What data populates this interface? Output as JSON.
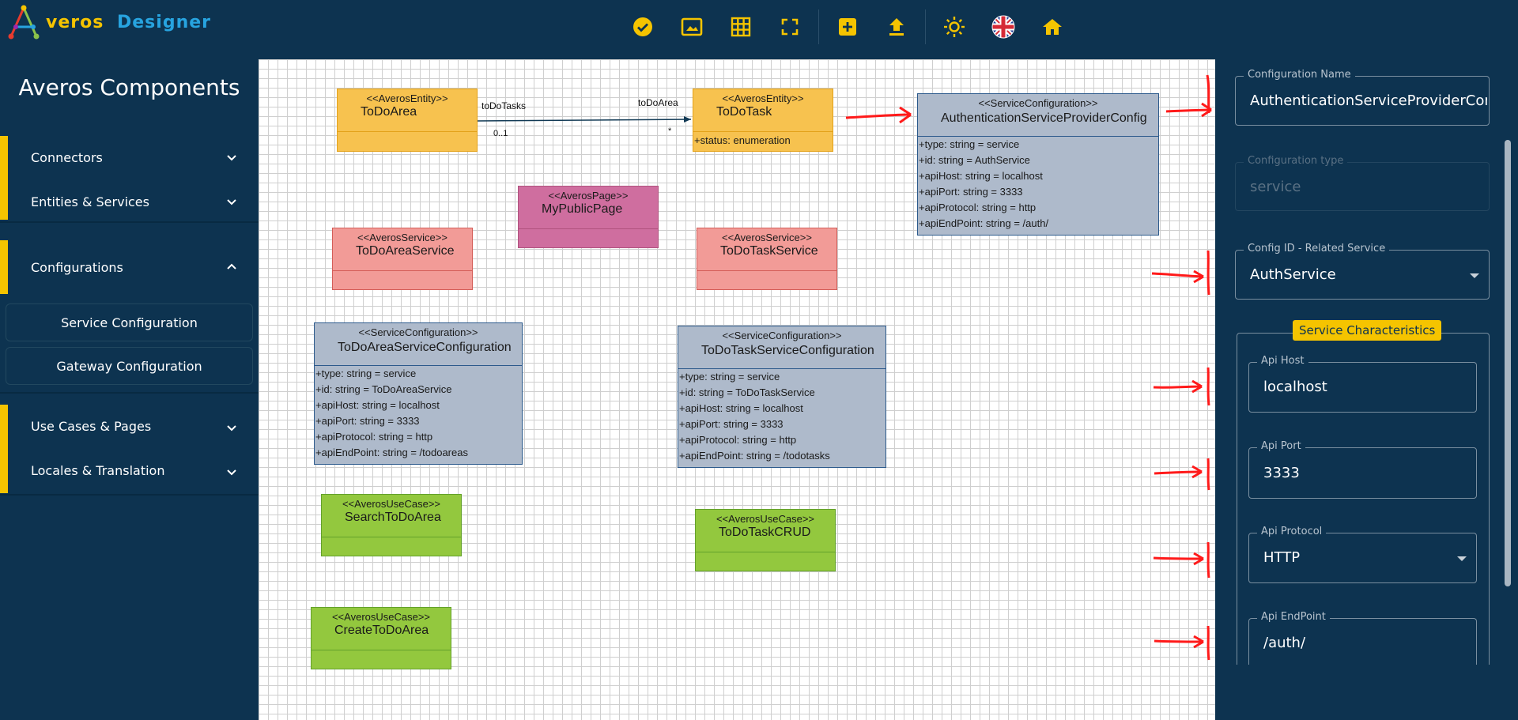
{
  "app": {
    "logo_letter": "A",
    "name_part1": "veros",
    "name_part2": "Designer"
  },
  "toolbar": {
    "buttons": [
      {
        "icon": "check-circle-icon"
      },
      {
        "icon": "image-panel-icon"
      },
      {
        "icon": "grid-icon"
      },
      {
        "icon": "fullscreen-icon"
      },
      {
        "icon": "add-box-icon"
      },
      {
        "icon": "upload-icon"
      },
      {
        "icon": "sun-icon"
      },
      {
        "icon": "uk-flag-icon"
      },
      {
        "icon": "home-icon"
      }
    ]
  },
  "sidebar": {
    "title": "Averos Components",
    "sections": [
      {
        "label": "Connectors",
        "expanded": false
      },
      {
        "label": "Entities & Services",
        "expanded": false
      },
      {
        "label": "Configurations",
        "expanded": true
      },
      {
        "label": "Use Cases & Pages",
        "expanded": false
      },
      {
        "label": "Locales & Translation",
        "expanded": false
      }
    ],
    "config_items": [
      "Service Configuration",
      "Gateway Configuration"
    ]
  },
  "diagram": {
    "todoarea": {
      "stereotype": "<<AverosEntity>>",
      "name": "ToDoArea"
    },
    "todotask": {
      "stereotype": "<<AverosEntity>>",
      "name": "ToDoTask",
      "attrs": [
        "+status: enumeration"
      ]
    },
    "assoc": {
      "left_role": "toDoTasks",
      "right_role": "toDoArea",
      "left_mult": "0..1",
      "right_mult": "*"
    },
    "authcfg": {
      "stereotype": "<<ServiceConfiguration>>",
      "name": "AuthenticationServiceProviderConfig",
      "attrs": [
        "+type: string = service",
        "+id: string = AuthService",
        "+apiHost: string = localhost",
        "+apiPort: string = 3333",
        "+apiProtocol: string = http",
        "+apiEndPoint: string = /auth/"
      ]
    },
    "mypublicpage": {
      "stereotype": "<<AverosPage>>",
      "name": "MyPublicPage"
    },
    "todoareaservice": {
      "stereotype": "<<AverosService>>",
      "name": "ToDoAreaService"
    },
    "todotaskservice": {
      "stereotype": "<<AverosService>>",
      "name": "ToDoTaskService"
    },
    "todoareacfg": {
      "stereotype": "<<ServiceConfiguration>>",
      "name": "ToDoAreaServiceConfiguration",
      "attrs": [
        "+type: string = service",
        "+id: string = ToDoAreaService",
        "+apiHost: string = localhost",
        "+apiPort: string = 3333",
        "+apiProtocol: string = http",
        "+apiEndPoint: string = /todoareas"
      ]
    },
    "todotaskcfg": {
      "stereotype": "<<ServiceConfiguration>>",
      "name": "ToDoTaskServiceConfiguration",
      "attrs": [
        "+type: string = service",
        "+id: string = ToDoTaskService",
        "+apiHost: string = localhost",
        "+apiPort: string = 3333",
        "+apiProtocol: string = http",
        "+apiEndPoint: string = /todotasks"
      ]
    },
    "searchuc": {
      "stereotype": "<<AverosUseCase>>",
      "name": "SearchToDoArea"
    },
    "crudu": {
      "stereotype": "<<AverosUseCase>>",
      "name": "ToDoTaskCRUD"
    },
    "createuc": {
      "stereotype": "<<AverosUseCase>>",
      "name": "CreateToDoArea"
    }
  },
  "panel": {
    "config_name": {
      "label": "Configuration Name",
      "value": "AuthenticationServiceProviderCon"
    },
    "config_type": {
      "label": "Configuration type",
      "value": "service"
    },
    "config_id": {
      "label": "Config ID - Related Service",
      "value": "AuthService"
    },
    "characteristics_title": "Service Characteristics",
    "api_host": {
      "label": "Api Host",
      "value": "localhost"
    },
    "api_port": {
      "label": "Api Port",
      "value": "3333"
    },
    "api_protocol": {
      "label": "Api Protocol",
      "value": "HTTP"
    },
    "api_endpoint": {
      "label": "Api EndPoint",
      "value": "/auth/"
    }
  },
  "colors": {
    "background": "#0d3350",
    "accent": "#f5c400",
    "entity": "#f7c24f",
    "page": "#cf6e9f",
    "service": "#f29b97",
    "configuration": "#aebacb",
    "usecase": "#93c83e",
    "annotation": "#ff1a1a"
  }
}
